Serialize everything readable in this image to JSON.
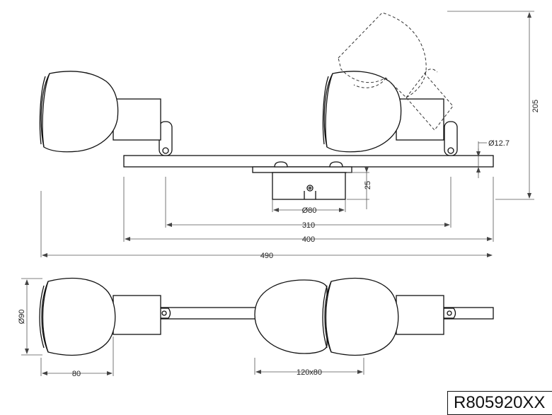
{
  "drawing": {
    "dimensions": {
      "d12_7": "Ø12.7",
      "h205": "205",
      "h25": "25",
      "d80": "Ø80",
      "w310": "310",
      "w400": "400",
      "w490": "490",
      "d90": "Ø90",
      "w80": "80",
      "s120x80": "120x80"
    },
    "product_code": "R805920XX"
  },
  "colors": {
    "line": "#111111",
    "dim_line": "#555555",
    "background": "#ffffff"
  }
}
